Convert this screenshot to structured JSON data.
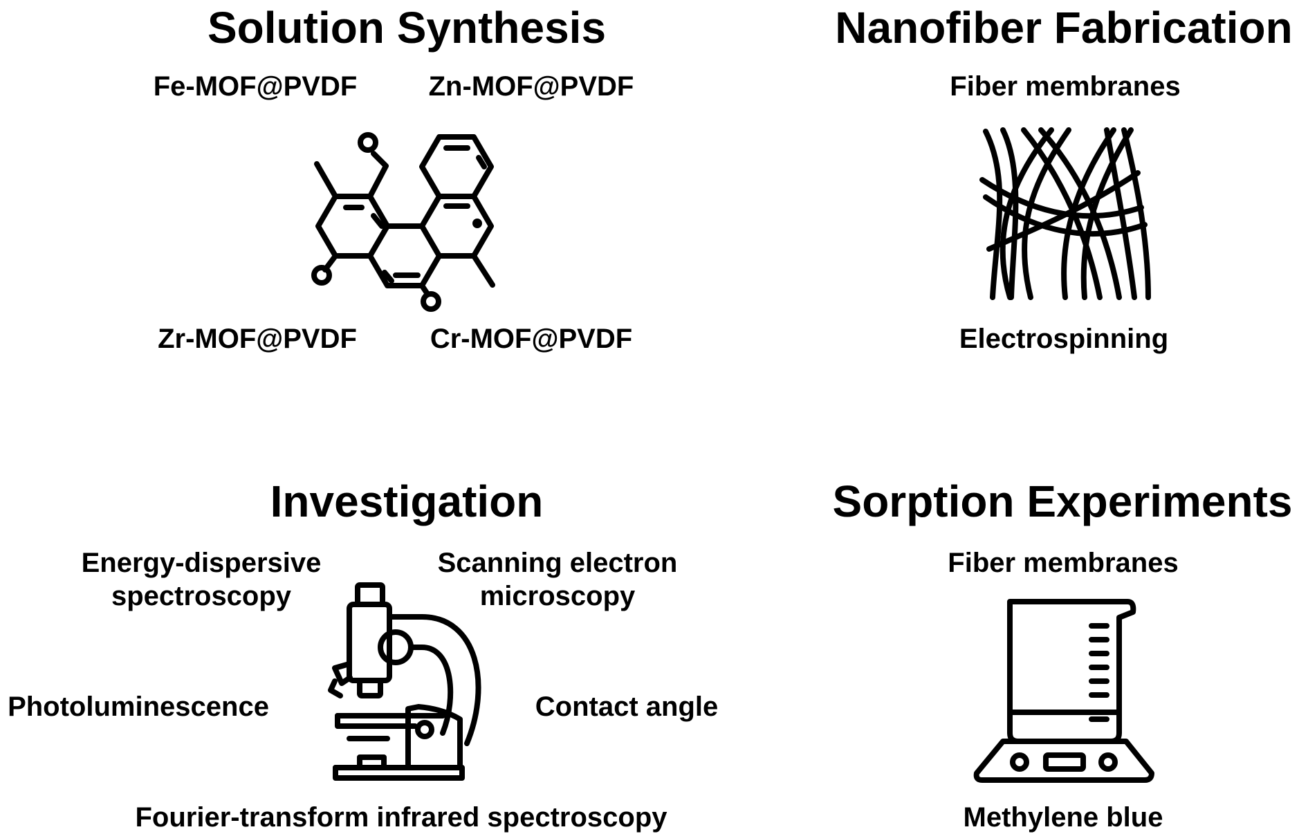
{
  "solution": {
    "title": "Solution Synthesis",
    "labels": [
      "Fe-MOF@PVDF",
      "Zn-MOF@PVDF",
      "Zr-MOF@PVDF",
      "Cr-MOF@PVDF"
    ]
  },
  "nanofiber": {
    "title": "Nanofiber Fabrication",
    "top_label": "Fiber membranes",
    "bottom_label": "Electrospinning"
  },
  "investigation": {
    "title": "Investigation",
    "eds": [
      "Energy-dispersive",
      "spectroscopy"
    ],
    "sem": [
      "Scanning electron",
      "microscopy"
    ],
    "pl": "Photoluminescence",
    "contact": "Contact angle",
    "ftir": "Fourier-transform infrared spectroscopy"
  },
  "sorption": {
    "title": "Sorption Experiments",
    "top_label": "Fiber membranes",
    "bottom_label": "Methylene blue"
  },
  "icons": [
    "molecule-icon",
    "fibers-icon",
    "microscope-icon",
    "beaker-stirrer-icon"
  ]
}
